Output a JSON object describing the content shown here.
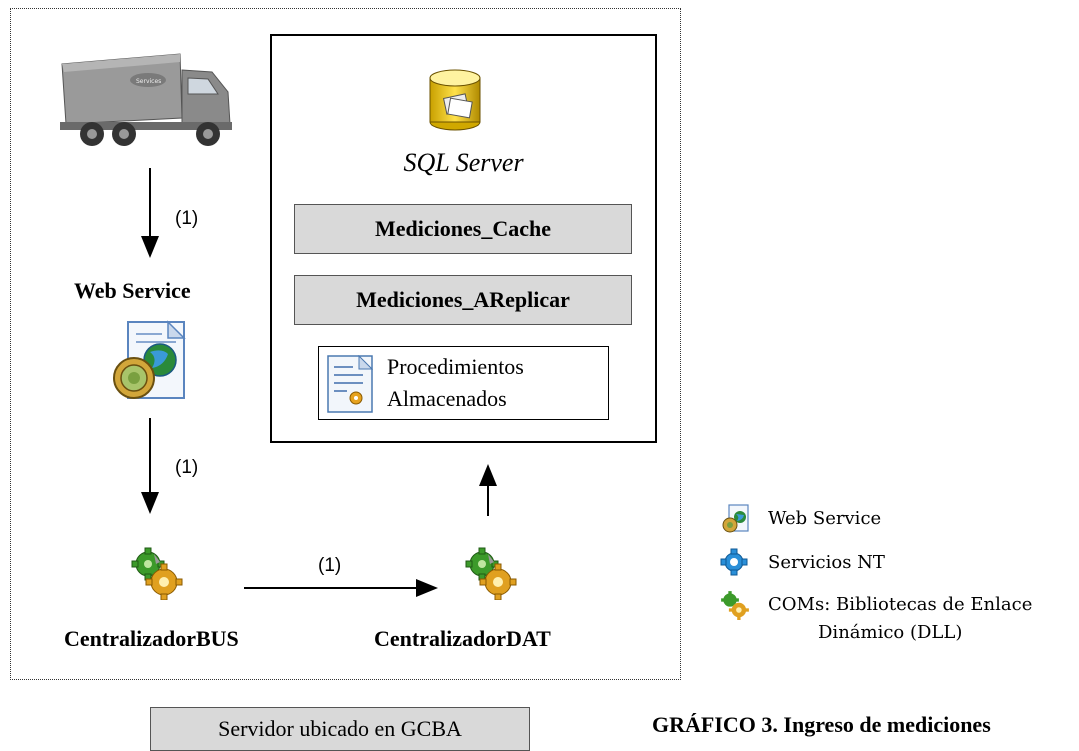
{
  "sql_server": {
    "title": "SQL Server",
    "tables": [
      "Mediciones_Cache",
      "Mediciones_AReplicar"
    ],
    "procedures_line1": "Procedimientos",
    "procedures_line2": "Almacenados"
  },
  "nodes": {
    "web_service": "Web Service",
    "centralizador_bus": "CentralizadorBUS",
    "centralizador_dat": "CentralizadorDAT"
  },
  "arrow_labels": {
    "truck_to_ws": "(1)",
    "ws_to_bus": "(1)",
    "bus_to_dat": "(1)"
  },
  "legend": {
    "web_service": "Web Service",
    "servicios_nt": "Servicios NT",
    "coms_line1": "COMs: Bibliotecas de Enlace",
    "coms_line2": "Dinámico (DLL)"
  },
  "footer": {
    "server_label": "Servidor ubicado en GCBA",
    "caption_bold": "GRÁFICO 3",
    "caption_rest": ". Ingreso de mediciones"
  },
  "colors": {
    "box_fill": "#d9d9d9",
    "truck": "#8e8e8e",
    "gear_green": "#3c9a2a",
    "gear_orange": "#e0a020",
    "nt_blue": "#2a8fd8"
  },
  "icons": [
    "truck-icon",
    "database-icon",
    "web-service-icon",
    "com-gear-icon",
    "document-icon",
    "nt-service-icon"
  ]
}
